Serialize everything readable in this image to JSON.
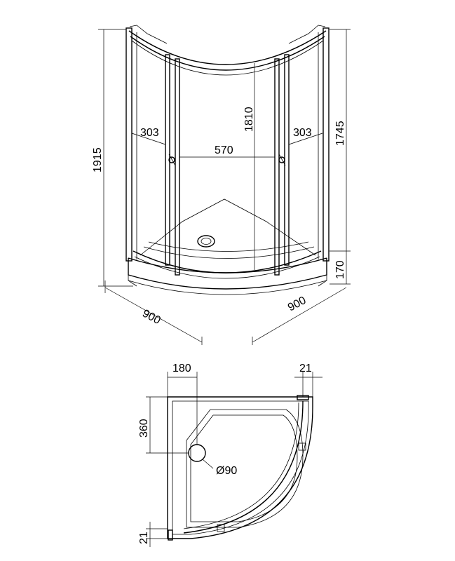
{
  "dimensions": {
    "front": {
      "side_opening_left": "303",
      "side_opening_right": "303",
      "center_opening": "570",
      "glass_height": "1810",
      "total_height": "1915",
      "panel_height": "1745",
      "tray_height": "170",
      "base_left": "900",
      "base_right": "900"
    },
    "plan": {
      "drain_offset_x": "180",
      "drain_offset_y": "360",
      "drain_diameter": "Ø90",
      "edge_top_right": "21",
      "edge_bottom_left": "21"
    }
  }
}
